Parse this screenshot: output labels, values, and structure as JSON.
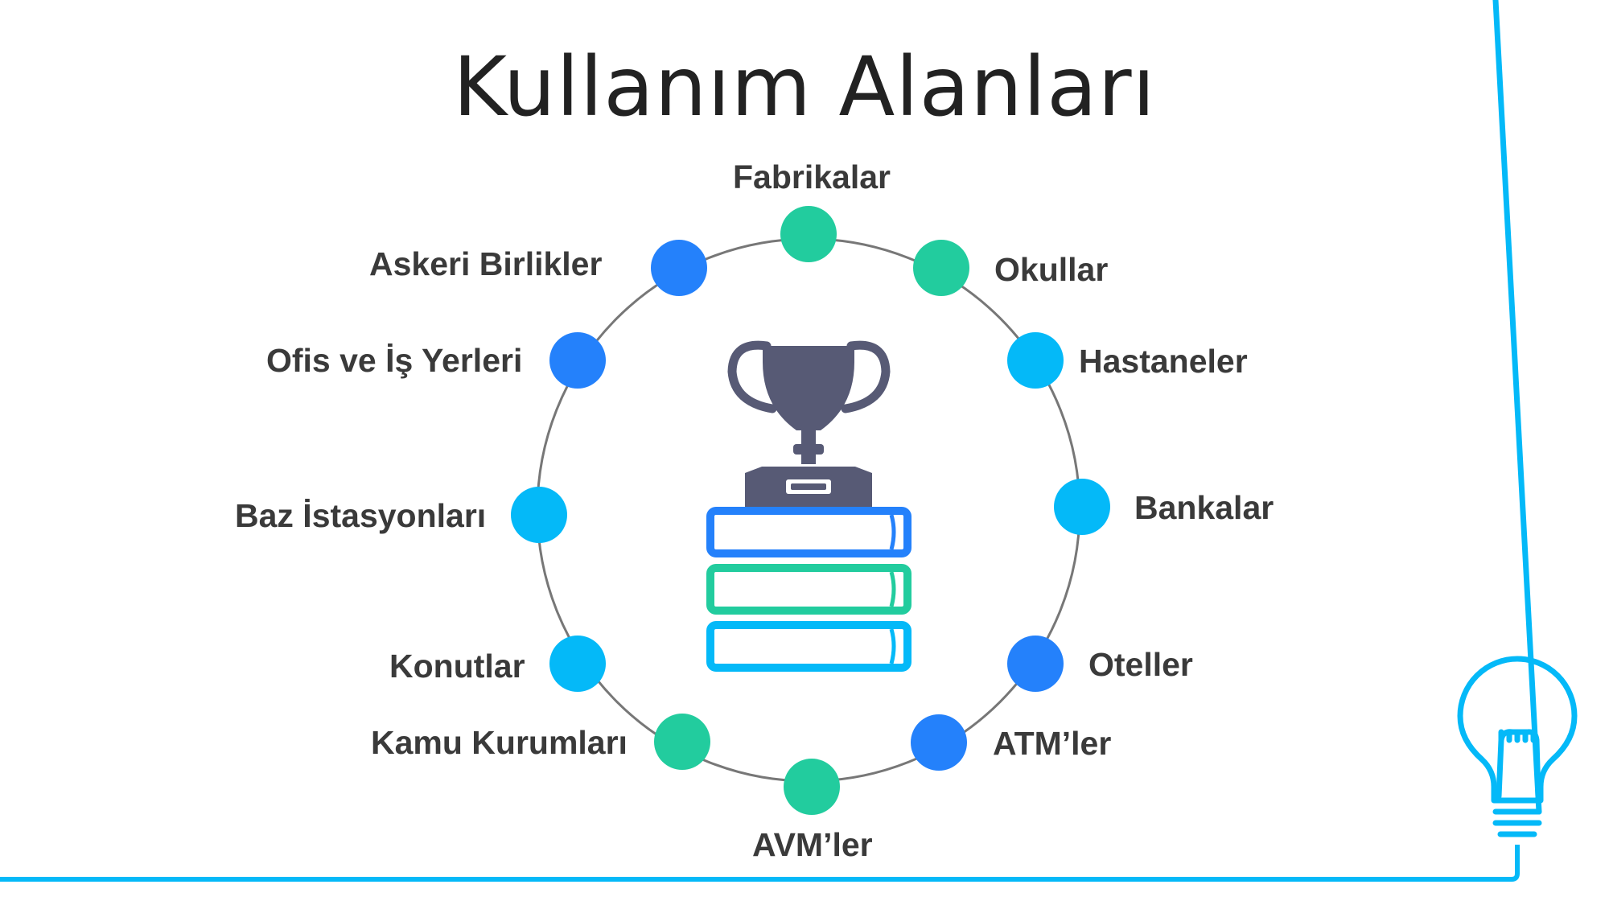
{
  "title": "Kullanım Alanları",
  "colors": {
    "green": "#22cc9e",
    "blue": "#2481fb",
    "cyan": "#04b9f8",
    "trophy": "#575a75",
    "circle_line": "#777777",
    "text": "#3a3a3a"
  },
  "center_icon": "trophy-on-books-icon",
  "corner_icon": "lightbulb-icon",
  "items": [
    {
      "label": "Fabrikalar",
      "color": "green"
    },
    {
      "label": "Okullar",
      "color": "green"
    },
    {
      "label": "Hastaneler",
      "color": "cyan"
    },
    {
      "label": "Bankalar",
      "color": "cyan"
    },
    {
      "label": "Oteller",
      "color": "blue"
    },
    {
      "label": "ATM’ler",
      "color": "blue"
    },
    {
      "label": "AVM’ler",
      "color": "green"
    },
    {
      "label": "Kamu Kurumları",
      "color": "green"
    },
    {
      "label": "Konutlar",
      "color": "cyan"
    },
    {
      "label": "Baz İstasyonları",
      "color": "cyan"
    },
    {
      "label": "Ofis ve İş Yerleri",
      "color": "blue"
    },
    {
      "label": "Askeri Birlikler",
      "color": "blue"
    }
  ]
}
